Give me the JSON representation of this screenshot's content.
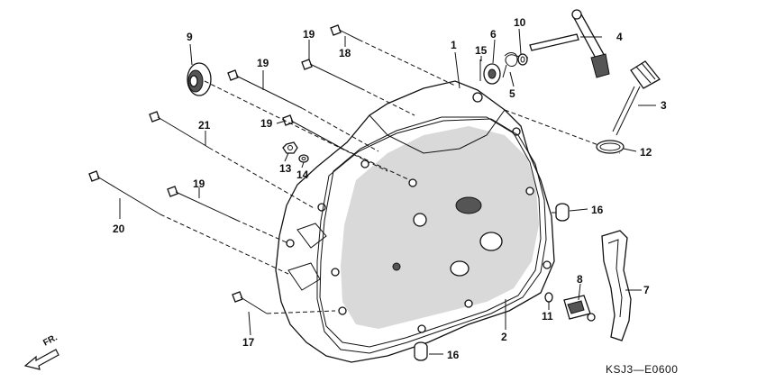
{
  "diagram": {
    "front_label": "FR.",
    "code": "KSJ3—E0600",
    "callouts": {
      "c9": "9",
      "c19a": "19",
      "c18": "18",
      "c19b": "19",
      "c1": "1",
      "c6": "6",
      "c15": "15",
      "c10": "10",
      "c5": "5",
      "c4": "4",
      "c3": "3",
      "c12": "12",
      "c21": "21",
      "c19c": "19",
      "c13": "13",
      "c14": "14",
      "c19d": "19",
      "c16a": "16",
      "c20": "20",
      "c8": "8",
      "c7": "7",
      "c11": "11",
      "c2": "2",
      "c17": "17",
      "c16b": "16"
    }
  }
}
